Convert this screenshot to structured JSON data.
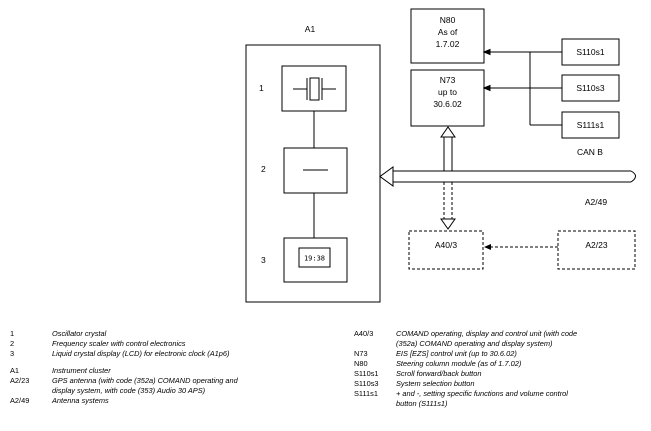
{
  "diagram": {
    "cluster_label": "A1",
    "item_numbers": [
      "1",
      "2",
      "3"
    ],
    "lcd_display_text": "19:38",
    "modules": {
      "n80": [
        "N80",
        "As of",
        "1.7.02"
      ],
      "n73": [
        "N73",
        "up to",
        "30.6.02"
      ],
      "s110s1": "S110s1",
      "s110s3": "S110s3",
      "s111s1": "S111s1",
      "can": "CAN B",
      "a2_49": "A2/49",
      "a40_3": "A40/3",
      "a2_23": "A2/23"
    }
  },
  "legend": {
    "left": [
      {
        "key": "1",
        "text": [
          "Oscillator crystal"
        ]
      },
      {
        "key": "2",
        "text": [
          "Frequency scaler with control electronics"
        ]
      },
      {
        "key": "3",
        "text": [
          "Liquid crystal display (LCD) for electronic clock (A1p6)"
        ]
      },
      {
        "key": "A1",
        "text": [
          "Instrument cluster"
        ]
      },
      {
        "key": "A2/23",
        "text": [
          "GPS antenna (with code (352a) COMAND operating and",
          "display system, with code (353) Audio 30 APS)"
        ]
      },
      {
        "key": "A2/49",
        "text": [
          "Antenna systems"
        ]
      }
    ],
    "right": [
      {
        "key": "A40/3",
        "text": [
          "COMAND operating, display and control unit (with code",
          "(352a) COMAND operating and display system)"
        ]
      },
      {
        "key": "N73",
        "text": [
          "EIS [EZS] control unit (up to 30.6.02)"
        ]
      },
      {
        "key": "N80",
        "text": [
          "Steering column module (as of 1.7.02)"
        ]
      },
      {
        "key": "S110s1",
        "text": [
          "Scroll forward/back button"
        ]
      },
      {
        "key": "S110s3",
        "text": [
          "System selection button"
        ]
      },
      {
        "key": "S111s1",
        "text": [
          "+ and  -, setting specific functions and volume control",
          "button (S111s1)"
        ]
      }
    ]
  }
}
